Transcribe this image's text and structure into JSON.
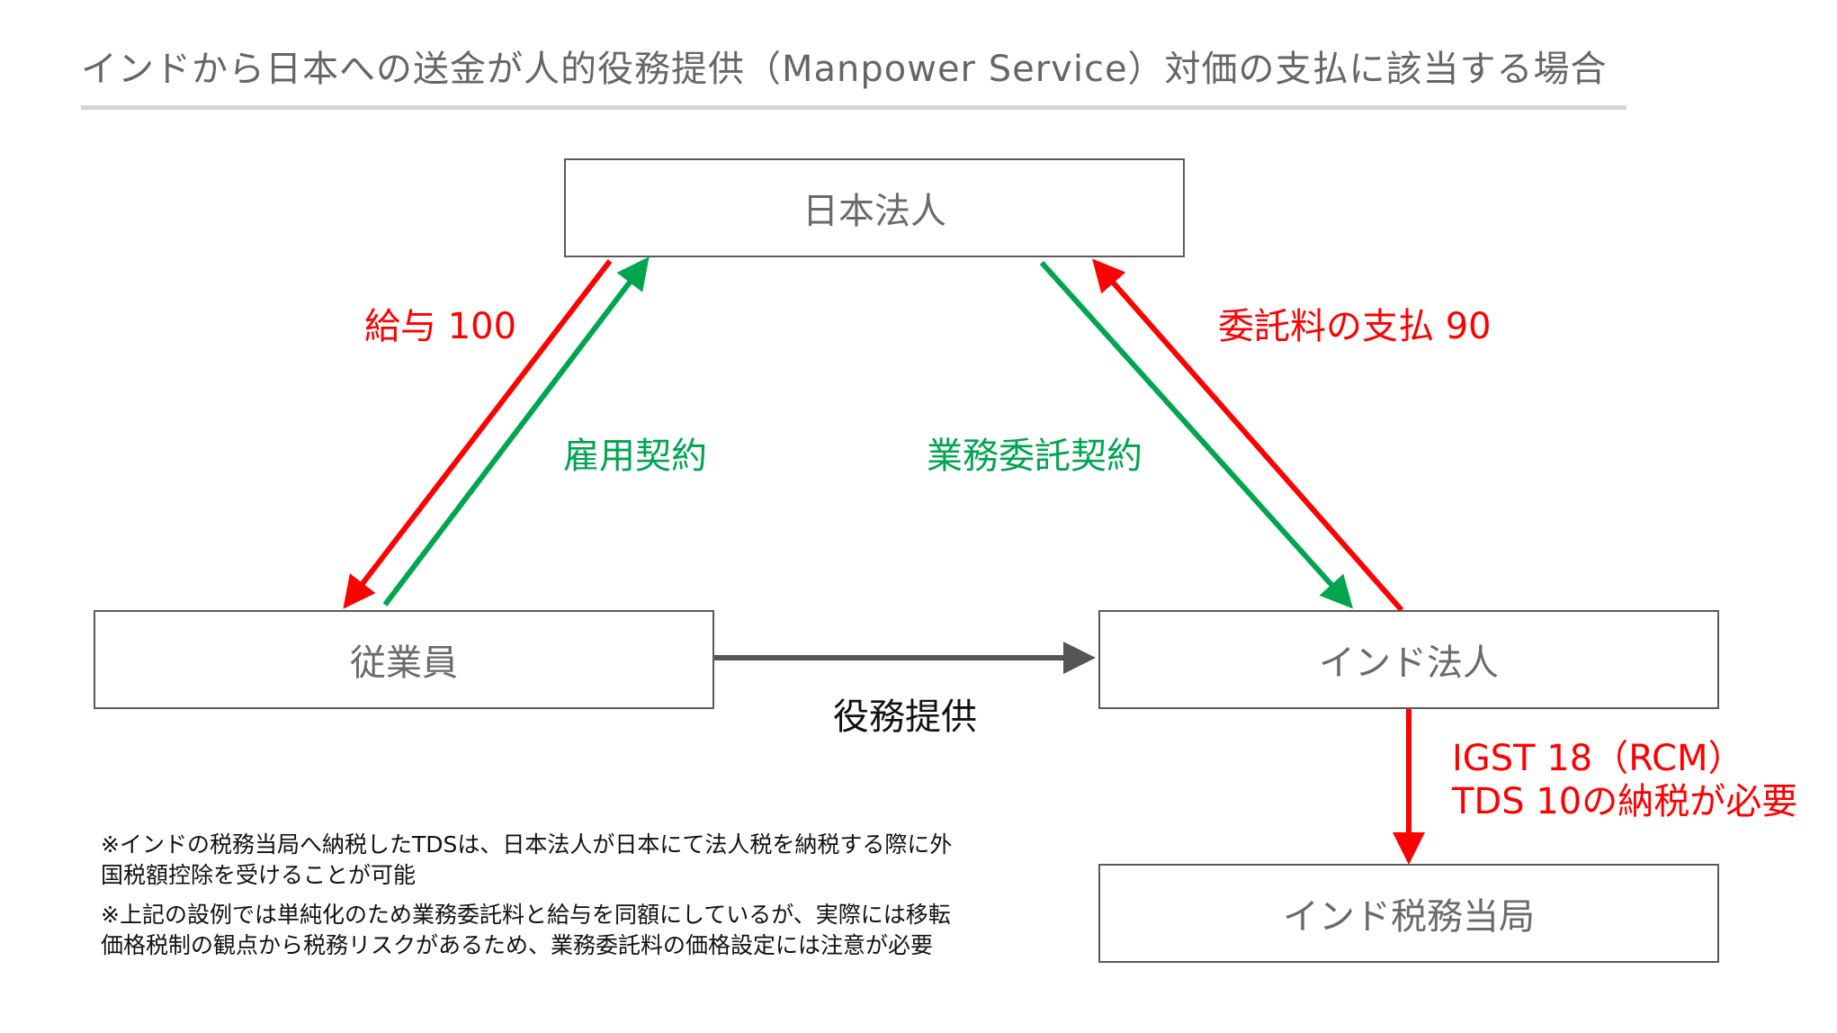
{
  "title": "インドから日本への送金が人的役務提供（Manpower Service）対価の支払に該当する場合",
  "nodes": {
    "japan_corp": "日本法人",
    "employee": "従業員",
    "india_corp": "インド法人",
    "india_tax": "インド税務当局"
  },
  "labels": {
    "salary": "給与 100",
    "employment": "雇用契約",
    "service_contract": "業務委託契約",
    "commission_payment": "委託料の支払 90",
    "service_provision": "役務提供",
    "igst": "IGST 18（RCM）",
    "tds": "TDS 10の納税が必要"
  },
  "notes": {
    "note1_line1": "※インドの税務当局へ納税したTDSは、日本法人が日本にて法人税を納税する際に外",
    "note1_line2": "国税額控除を受けることが可能",
    "note2_line1": "※上記の設例では単純化のため業務委託料と給与を同額にしているが、実際には移転",
    "note2_line2": "価格税制の観点から税務リスクがあるため、業務委託料の価格設定には注意が必要"
  },
  "colors": {
    "red": "#ff0000",
    "green": "#00a550",
    "gray_arrow": "#555555"
  }
}
